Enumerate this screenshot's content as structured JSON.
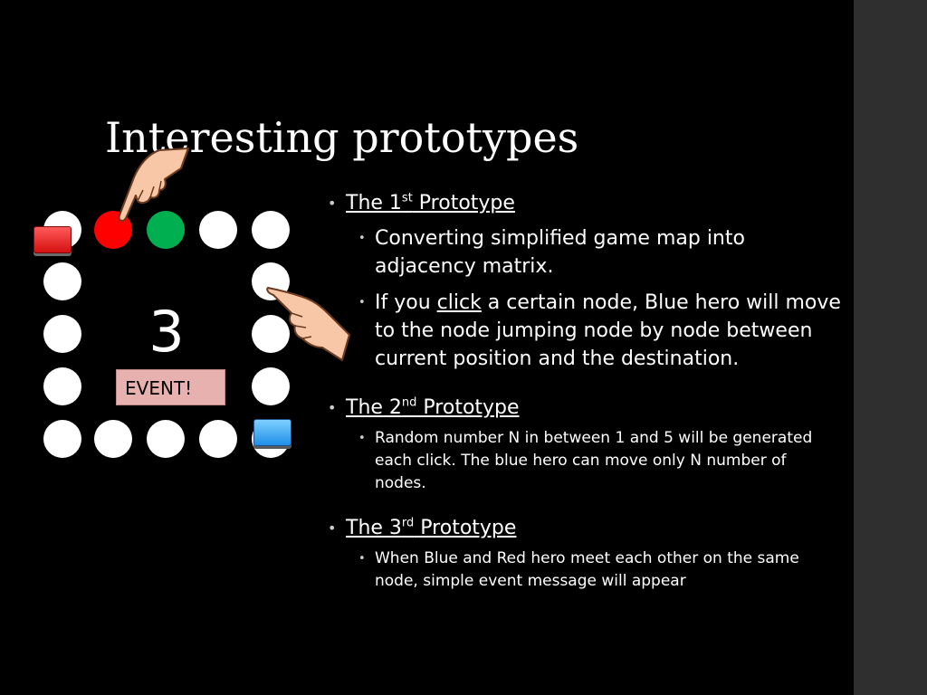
{
  "title": "Interesting prototypes",
  "board": {
    "dice_value": "3",
    "event_label": "EVENT!",
    "colors": {
      "node": "#ffffff",
      "red_node": "#ff0000",
      "green_node": "#00b050",
      "red_hero": "#e02020",
      "blue_hero": "#3aa0f0"
    }
  },
  "bullets": {
    "p1": {
      "title_pre": "The 1",
      "title_sup": "st",
      "title_post": " Prototype",
      "sub1": "Converting simplified game map into adjacency matrix.",
      "sub2_pre": "If you ",
      "sub2_link": "click",
      "sub2_post": " a certain node, Blue hero will move to the node jumping node by node between current position and the destination."
    },
    "p2": {
      "title_pre": "The 2",
      "title_sup": "nd",
      "title_post": " Prototype",
      "sub1": "Random number N in between 1 and 5 will be generated each click. The blue hero can move only N number of nodes."
    },
    "p3": {
      "title_pre": "The 3",
      "title_sup": "rd",
      "title_post": " Prototype",
      "sub1": "When Blue and Red hero meet each other on the same node, simple event message will appear"
    }
  }
}
